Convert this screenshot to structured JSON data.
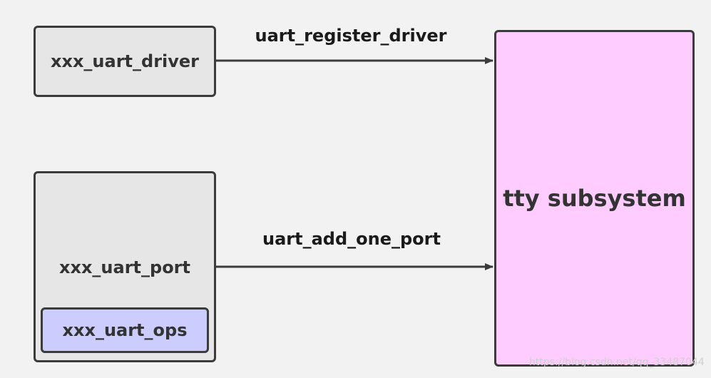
{
  "nodes": {
    "driver": {
      "label": "xxx_uart_driver",
      "fill": "#e6e6e6"
    },
    "port": {
      "label": "xxx_uart_port",
      "fill": "#e6e6e6"
    },
    "ops": {
      "label": "xxx_uart_ops",
      "fill": "#ccccff"
    },
    "tty": {
      "label": "tty subsystem",
      "fill": "#ffccff"
    }
  },
  "edges": {
    "register": {
      "label": "uart_register_driver",
      "from": "xxx_uart_driver",
      "to": "tty subsystem"
    },
    "add_port": {
      "label": "uart_add_one_port",
      "from": "xxx_uart_port",
      "to": "tty subsystem"
    }
  },
  "watermark": "https://blog.csdn.net/qq_33487044"
}
